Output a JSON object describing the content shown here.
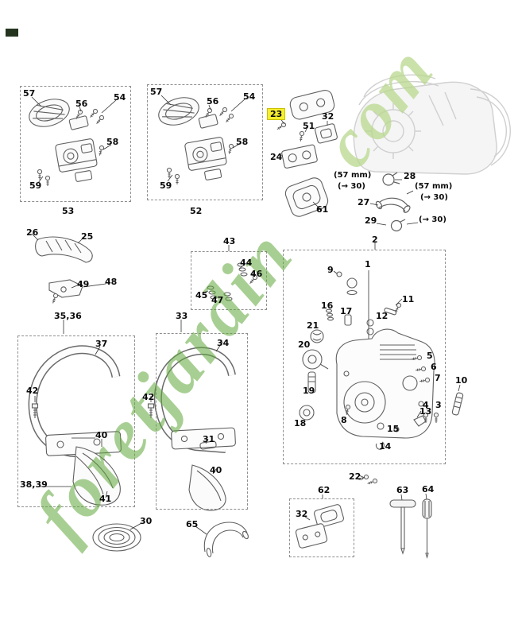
{
  "colors": {
    "highlight": "#f6ef2e",
    "watermark_green": "#61a73a",
    "watermark_light": "#b8d88e",
    "line_art": "#5f5f5f",
    "box_border": "#8f8f8f"
  },
  "watermark": {
    "main": "foretjardin",
    "suffix": "com"
  },
  "boxes": {
    "b53": {
      "caption": "53",
      "labels": [
        "57",
        "56",
        "54",
        "58",
        "59"
      ]
    },
    "b52": {
      "caption": "52",
      "labels": [
        "57",
        "56",
        "54",
        "58",
        "59"
      ]
    },
    "b43": {
      "caption": "43",
      "labels": [
        "44",
        "46",
        "45",
        "47"
      ]
    },
    "b2": {
      "caption": "2",
      "labels": [
        "1",
        "9",
        "16",
        "17",
        "11",
        "12",
        "21",
        "20",
        "19",
        "18",
        "8",
        "15",
        "14",
        "13",
        "5",
        "6",
        "7",
        "4",
        "3"
      ]
    },
    "b3536": {
      "caption": "35,36",
      "side": "38,39",
      "labels": [
        "37",
        "42",
        "40",
        "41"
      ]
    },
    "b33": {
      "caption": "33",
      "labels": [
        "34",
        "42",
        "31",
        "40"
      ]
    },
    "b62": {
      "caption": "62",
      "labels": [
        "32"
      ]
    }
  },
  "loose": {
    "p23": "23",
    "p51": "51",
    "p32": "32",
    "p24": "24",
    "p61": "61",
    "p28": "28",
    "p27": "27",
    "p29": "29",
    "p10": "10",
    "p22": "22",
    "p26": "26",
    "p25": "25",
    "p49": "49",
    "p48": "48",
    "p30": "30",
    "p65": "65",
    "p63": "63",
    "p64": "64"
  },
  "annotations": {
    "mm1": "(57 mm)",
    "arrow1": "(→ 30)",
    "mm2": "(57 mm)",
    "arrow2": "(→ 30)",
    "arrow3": "(→ 30)"
  }
}
